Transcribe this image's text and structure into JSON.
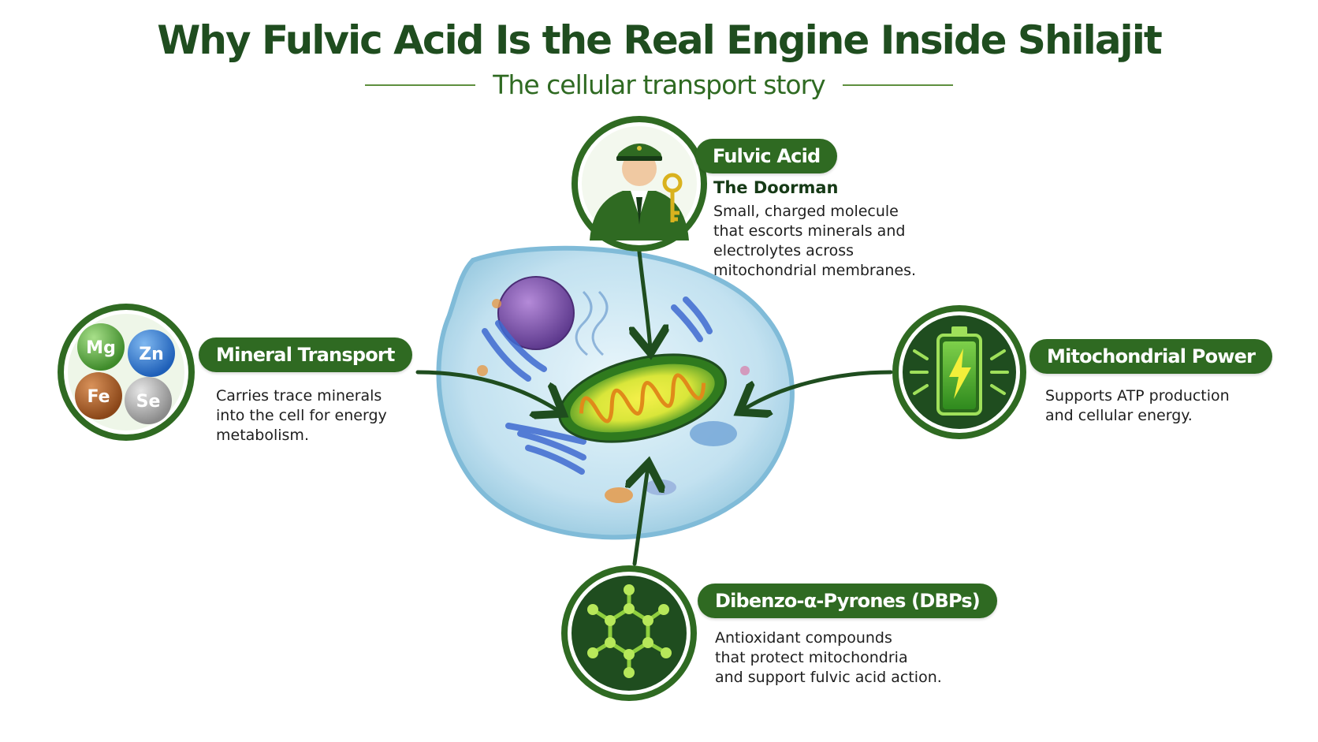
{
  "title": "Why Fulvic Acid Is the Real Engine Inside Shilajit",
  "subtitle": "The cellular transport story",
  "nodes": {
    "fulvic": {
      "title": "Fulvic Acid",
      "subtitle": "The Doorman",
      "lines": [
        "Small, charged molecule",
        "that escorts minerals and",
        "electrolytes across",
        "mitochondrial membranes."
      ],
      "icon": "doorman-with-key-icon"
    },
    "mineral": {
      "title": "Mineral Transport",
      "lines": [
        "Carries trace minerals",
        "into the cell for energy",
        "metabolism."
      ],
      "icon": "mineral-spheres-icon",
      "minerals": [
        "Mg",
        "Zn",
        "Fe",
        "Se"
      ]
    },
    "mito": {
      "title": "Mitochondrial Power",
      "lines": [
        "Supports ATP production",
        "and cellular energy."
      ],
      "icon": "battery-charging-icon"
    },
    "dbp": {
      "title": "Dibenzo-α-Pyrones (DBPs)",
      "lines": [
        "Antioxidant compounds",
        "that protect mitochondria",
        "and support fulvic acid action."
      ],
      "icon": "molecule-icon"
    }
  },
  "colors": {
    "brand_green": "#2f6a22",
    "dark_green": "#1f4d1f",
    "accent_yellow": "#d9e63a",
    "cell_blue": "#bfe0f0"
  }
}
